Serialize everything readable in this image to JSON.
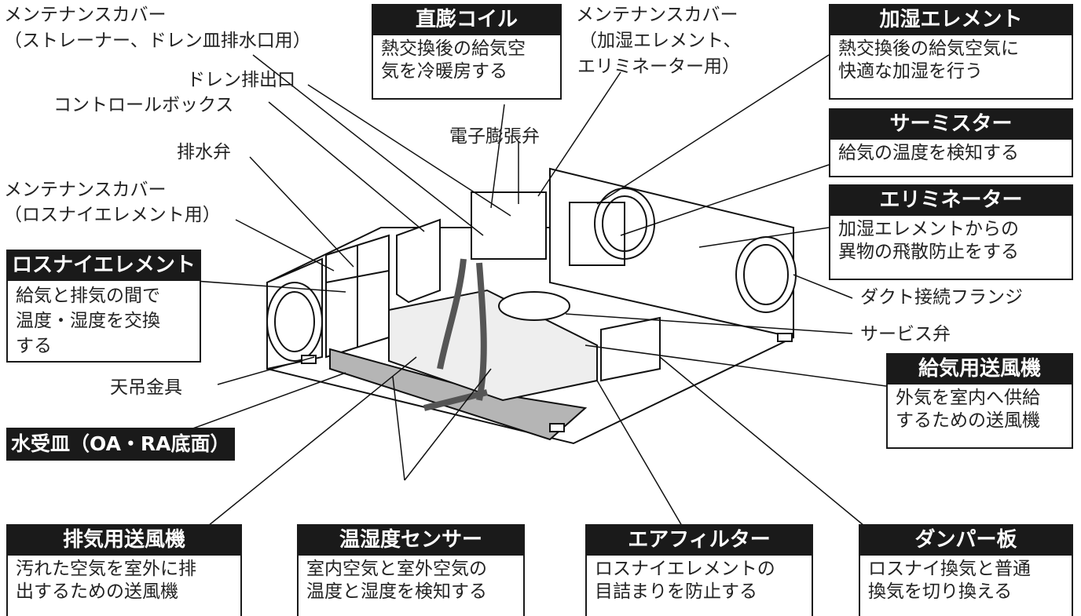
{
  "labels": {
    "maint_cover_strainer_l1": "メンテナンスカバー",
    "maint_cover_strainer_l2": "（ストレーナー、ドレン皿排水口用）",
    "drain_outlet": "ドレン排出口",
    "control_box": "コントロールボックス",
    "drain_valve": "排水弁",
    "maint_cover_lossnay_l1": "メンテナンスカバー",
    "maint_cover_lossnay_l2": "（ロスナイエレメント用）",
    "maint_cover_humid_l1": "メンテナンスカバー",
    "maint_cover_humid_l2": "（加湿エレメント、",
    "maint_cover_humid_l3": "エリミネーター用）",
    "expansion_valve": "電子膨張弁",
    "duct_flange": "ダクト接続フランジ",
    "service_valve": "サービス弁",
    "ceiling_bracket": "天吊金具"
  },
  "boxes": {
    "coil": {
      "title": "直膨コイル",
      "desc": "熱交換後の給気空\n気を冷暖房する"
    },
    "humidifier": {
      "title": "加湿エレメント",
      "desc": "熱交換後の給気空気に\n快適な加湿を行う"
    },
    "thermistor": {
      "title": "サーミスター",
      "desc": "給気の温度を検知する"
    },
    "eliminator": {
      "title": "エリミネーター",
      "desc": "加湿エレメントからの\n異物の飛散防止をする"
    },
    "lossnay": {
      "title": "ロスナイエレメント",
      "desc": "給気と排気の間で\n温度・湿度を交換\nする"
    },
    "supply_fan": {
      "title": "給気用送風機",
      "desc": "外気を室内へ供給\nするための送風機"
    },
    "exhaust_fan": {
      "title": "排気用送風機",
      "desc": "汚れた空気を室外に排\n出するための送風機"
    },
    "sensor": {
      "title": "温湿度センサー",
      "desc": "室内空気と室外空気の\n温度と湿度を検知する"
    },
    "air_filter": {
      "title": "エアフィルター",
      "desc": "ロスナイエレメントの\n目詰まりを防止する"
    },
    "damper": {
      "title": "ダンパー板",
      "desc": "ロスナイ換気と普通\n換気を切り換える"
    }
  },
  "drain_pan_tag": "水受皿（OA・RA底面）"
}
